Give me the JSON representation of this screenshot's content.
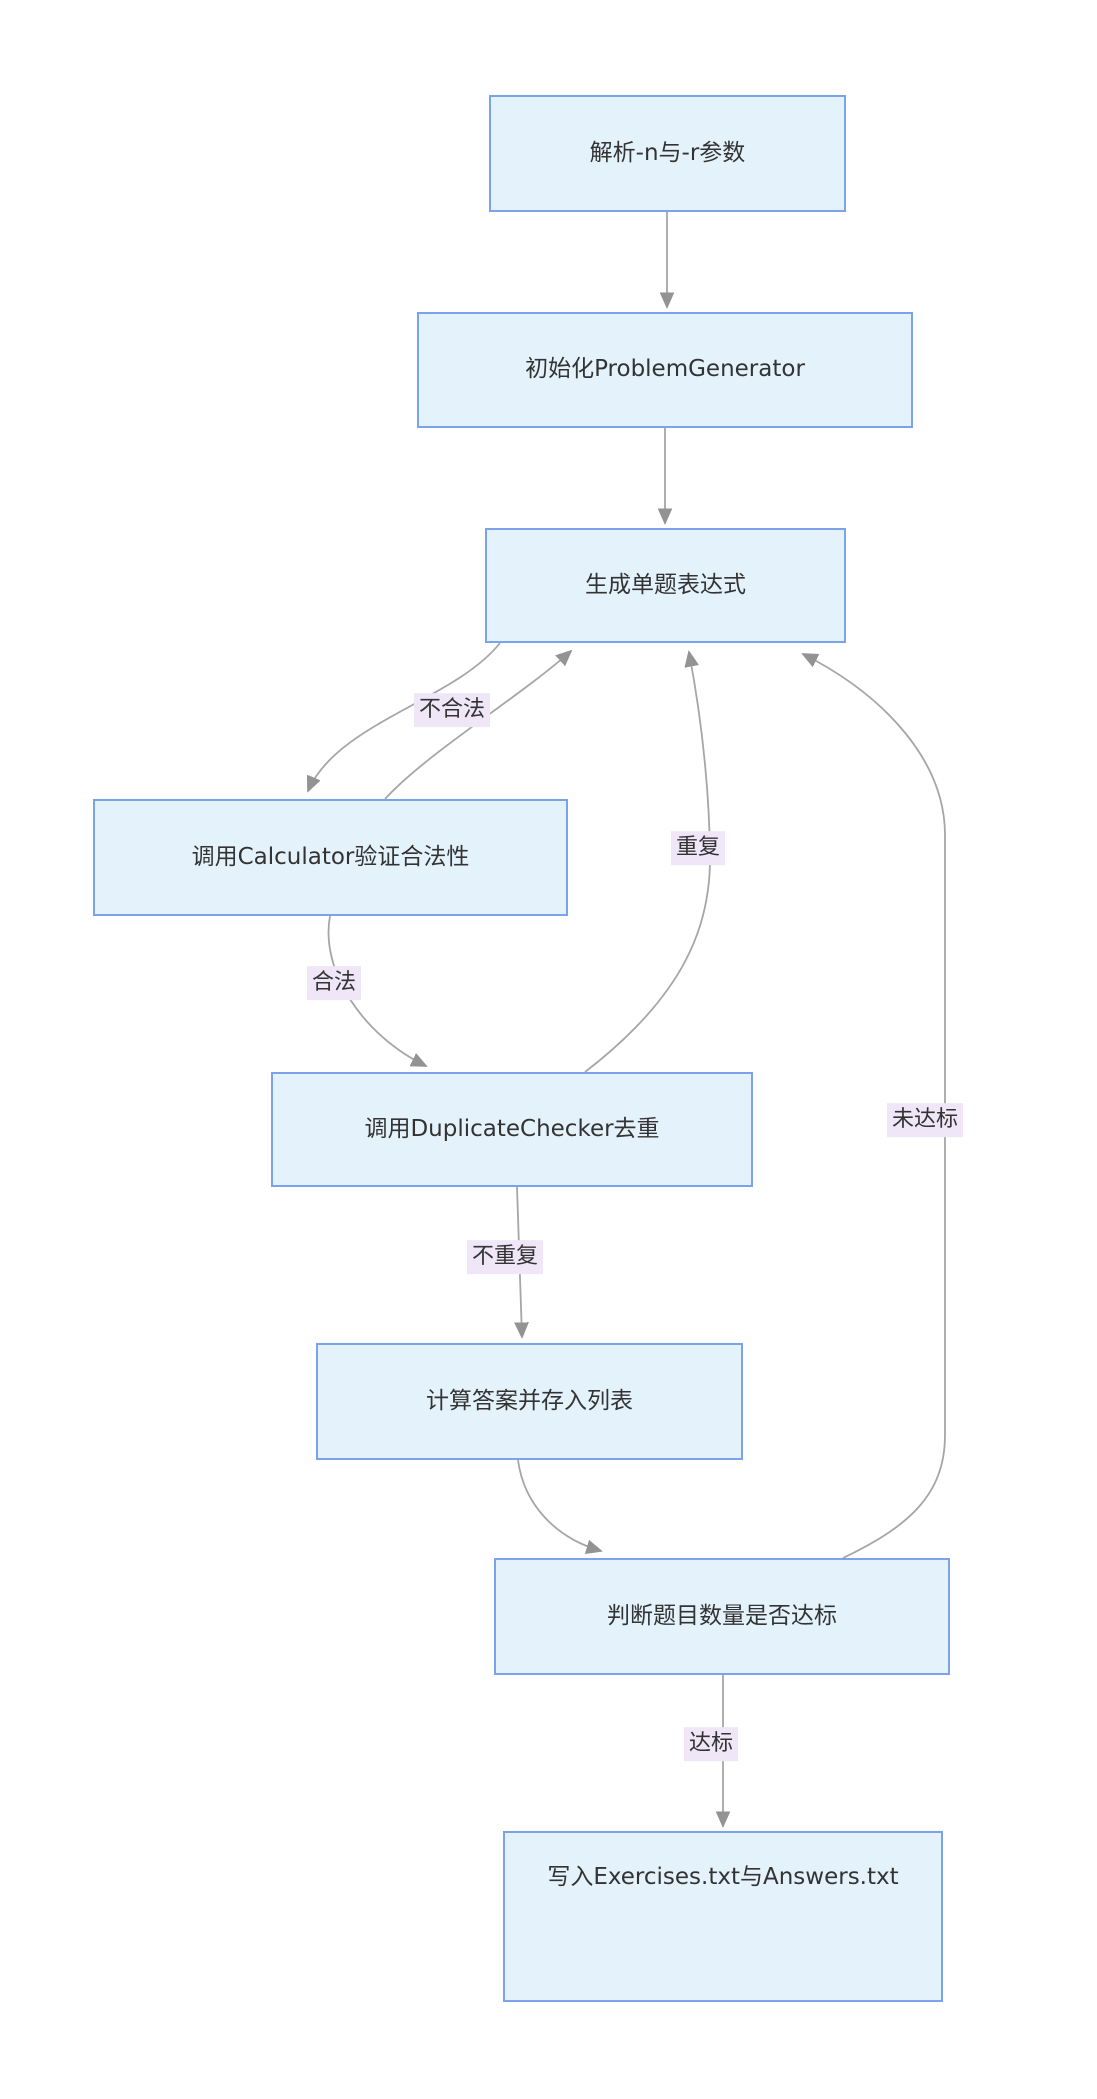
{
  "diagram": {
    "type": "flowchart-top-down",
    "nodes": [
      {
        "id": "A",
        "label": "解析-n与-r参数"
      },
      {
        "id": "B",
        "label": "初始化ProblemGenerator"
      },
      {
        "id": "C",
        "label": "生成单题表达式"
      },
      {
        "id": "D",
        "label": "调用Calculator验证合法性"
      },
      {
        "id": "E",
        "label": "调用DuplicateChecker去重"
      },
      {
        "id": "F",
        "label": "计算答案并存入列表"
      },
      {
        "id": "G",
        "label": "判断题目数量是否达标"
      },
      {
        "id": "H",
        "label": "写入Exercises.txt与Answers.txt"
      }
    ],
    "edges": [
      {
        "from": "A",
        "to": "B",
        "label": ""
      },
      {
        "from": "B",
        "to": "C",
        "label": ""
      },
      {
        "from": "C",
        "to": "D",
        "label": ""
      },
      {
        "from": "D",
        "to": "C",
        "label": "不合法"
      },
      {
        "from": "D",
        "to": "E",
        "label": "合法"
      },
      {
        "from": "E",
        "to": "C",
        "label": "重复"
      },
      {
        "from": "E",
        "to": "F",
        "label": "不重复"
      },
      {
        "from": "F",
        "to": "G",
        "label": ""
      },
      {
        "from": "G",
        "to": "C",
        "label": "未达标"
      },
      {
        "from": "G",
        "to": "H",
        "label": "达标"
      }
    ],
    "colors": {
      "node_fill": "#e4f2fc",
      "node_border": "#7aa3eb",
      "edge_line": "#a6a6a6",
      "arrowhead": "#939393",
      "edge_label_bg": "#efe6f8",
      "text": "#333333",
      "background": "#ffffff"
    }
  }
}
